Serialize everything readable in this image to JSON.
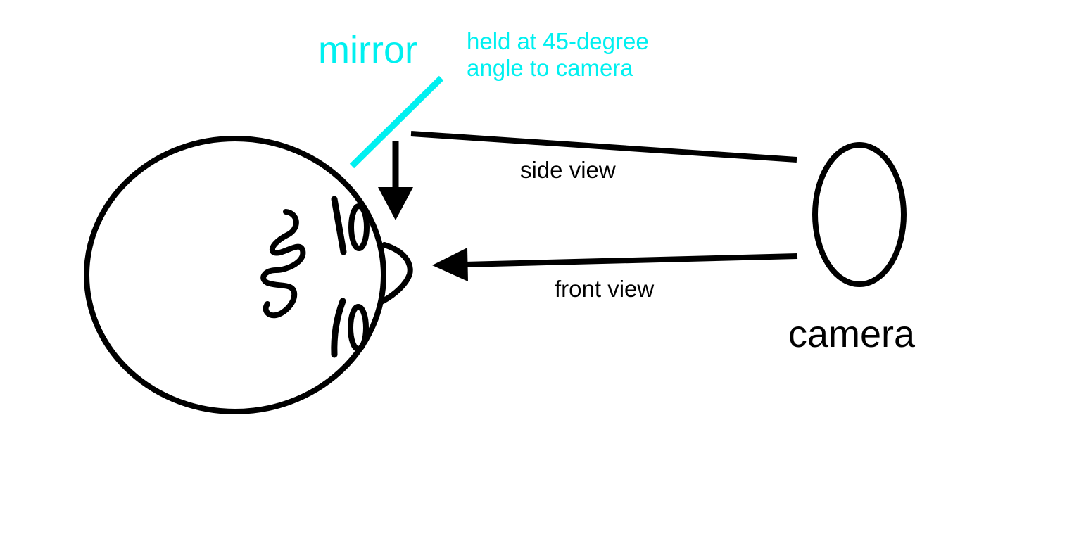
{
  "colors": {
    "ink": "#000000",
    "mirror": "#00f0f0",
    "background": "#ffffff"
  },
  "labels": {
    "mirror": "mirror",
    "mirror_note_line1": "held at 45-degree",
    "mirror_note_line2": "angle to camera",
    "side_view": "side view",
    "front_view": "front view",
    "camera": "camera"
  }
}
